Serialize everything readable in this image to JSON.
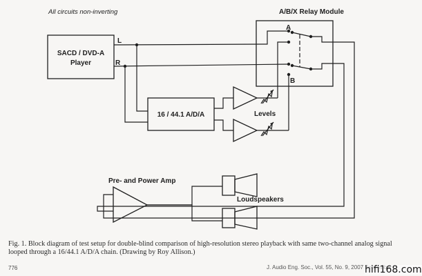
{
  "diagram": {
    "note": "All circuits non-inverting",
    "source": {
      "line1": "SACD / DVD-A",
      "line2": "Player",
      "out_left": "L",
      "out_right": "R"
    },
    "relay_module": {
      "title": "A/B/X Relay Module",
      "input_a": "A",
      "input_b": "B"
    },
    "converter": {
      "label": "16 / 44.1 A/D/A"
    },
    "levels_label": "Levels",
    "amplifier": {
      "label": "Pre- and Power Amp"
    },
    "speakers_label": "Loudspeakers"
  },
  "caption": {
    "text": "Fig. 1. Block diagram of test setup for double-blind comparison of high-resolution stereo playback with same two-channel analog signal looped through a 16/44.1 A/D/A chain. (Drawing by Roy Allison.)"
  },
  "footer": {
    "page_number": "776",
    "journal": "J. Audio Eng. Soc., Vol. 55, No. 9, 2007 September",
    "watermark": "hifi168.com"
  }
}
